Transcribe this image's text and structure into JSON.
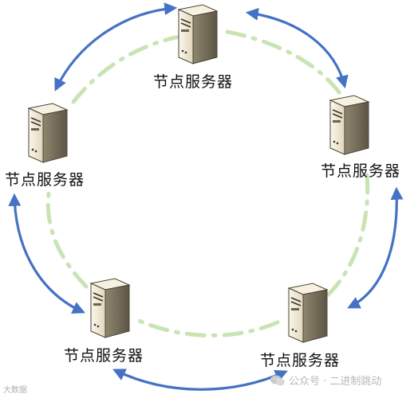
{
  "diagram": {
    "node_label": "节点服务器",
    "nodes": [
      {
        "id": "top",
        "label": "节点服务器"
      },
      {
        "id": "left",
        "label": "节点服务器"
      },
      {
        "id": "right",
        "label": "节点服务器"
      },
      {
        "id": "bottom-left",
        "label": "节点服务器"
      },
      {
        "id": "bottom-right",
        "label": "节点服务器"
      }
    ],
    "colors": {
      "ring": "#c9e4b4",
      "arrow": "#4472c4",
      "server_light": "#efe6d2",
      "server_dark": "#5a5446"
    }
  },
  "watermark": {
    "left_text": "大数据",
    "right_text": "公众号 · 二进制跳动"
  }
}
